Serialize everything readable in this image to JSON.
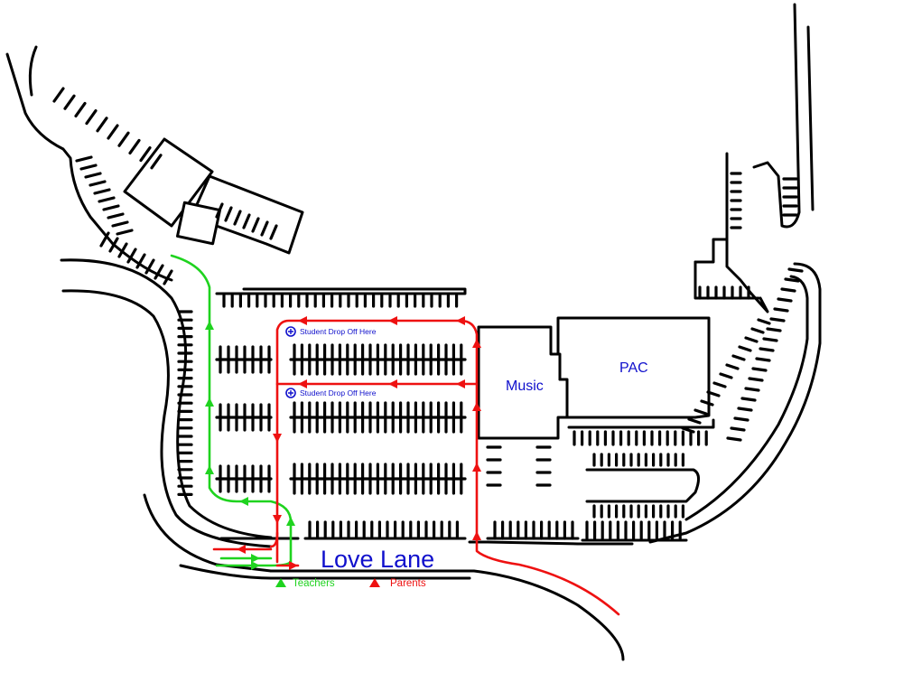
{
  "labels": {
    "music": "Music",
    "pac": "PAC",
    "road": "Love Lane",
    "drop_off_1": "Student Drop Off Here",
    "drop_off_2": "Student Drop Off Here"
  },
  "legend": {
    "teachers": "Teachers",
    "parents": "Parents"
  },
  "colors": {
    "teachers_route": "#1fd31f",
    "parents_route": "#ee1111",
    "label_text": "#1010cc",
    "outline": "#000000"
  },
  "icons": {
    "drop_off_marker": "circle-plus-icon",
    "legend_marker": "triangle-icon"
  }
}
